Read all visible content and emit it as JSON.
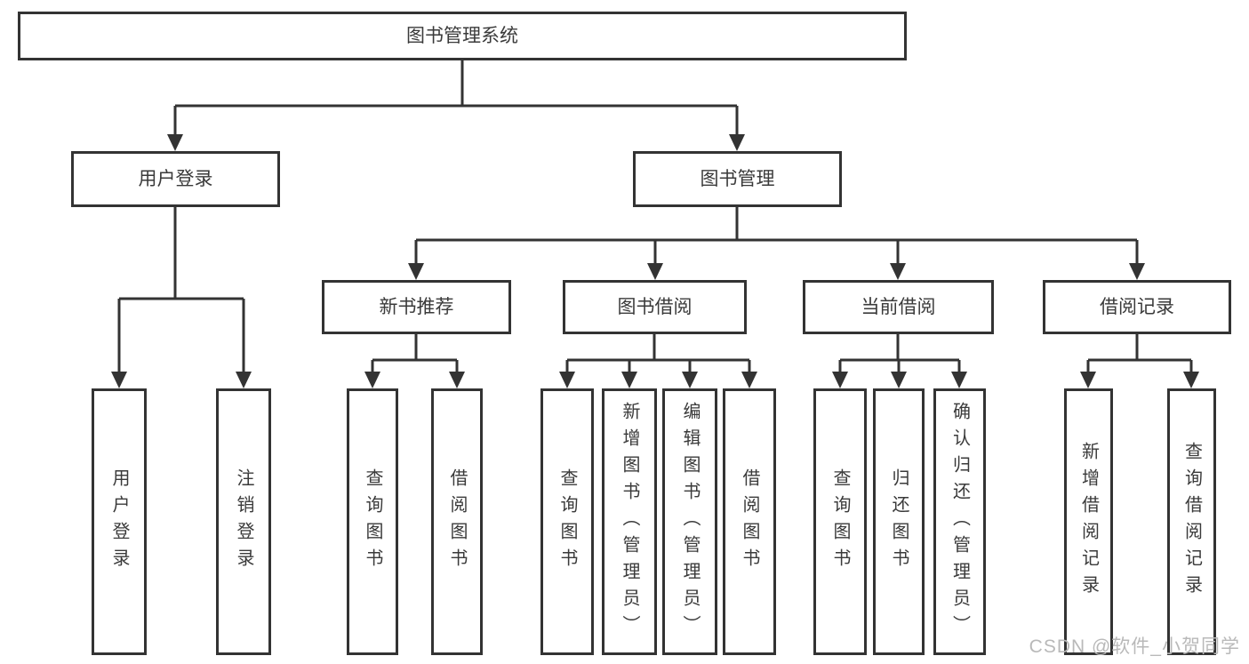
{
  "diagram": {
    "type": "functional-structure-tree",
    "colors": {
      "line": "#333333",
      "box_border": "#333333",
      "text": "#3a3a3a",
      "background": "#ffffff",
      "watermark": "#b9b9b9"
    },
    "tree": {
      "root": {
        "label": "图书管理系统"
      },
      "branches": [
        {
          "label": "用户登录",
          "children": [
            {
              "label": "用户登录"
            },
            {
              "label": "注销登录"
            }
          ]
        },
        {
          "label": "图书管理",
          "children": [
            {
              "label": "新书推荐",
              "children": [
                {
                  "label": "查询图书"
                },
                {
                  "label": "借阅图书"
                }
              ]
            },
            {
              "label": "图书借阅",
              "children": [
                {
                  "label": "查询图书"
                },
                {
                  "label": "新增图书（管理员）"
                },
                {
                  "label": "编辑图书（管理员）"
                },
                {
                  "label": "借阅图书"
                }
              ]
            },
            {
              "label": "当前借阅",
              "children": [
                {
                  "label": "查询图书"
                },
                {
                  "label": "归还图书"
                },
                {
                  "label": "确认归还（管理员）"
                }
              ]
            },
            {
              "label": "借阅记录",
              "children": [
                {
                  "label": "新增借阅记录"
                },
                {
                  "label": "查询借阅记录"
                }
              ]
            }
          ]
        }
      ]
    }
  },
  "watermark": {
    "text": "CSDN @软件_小贺同学"
  }
}
